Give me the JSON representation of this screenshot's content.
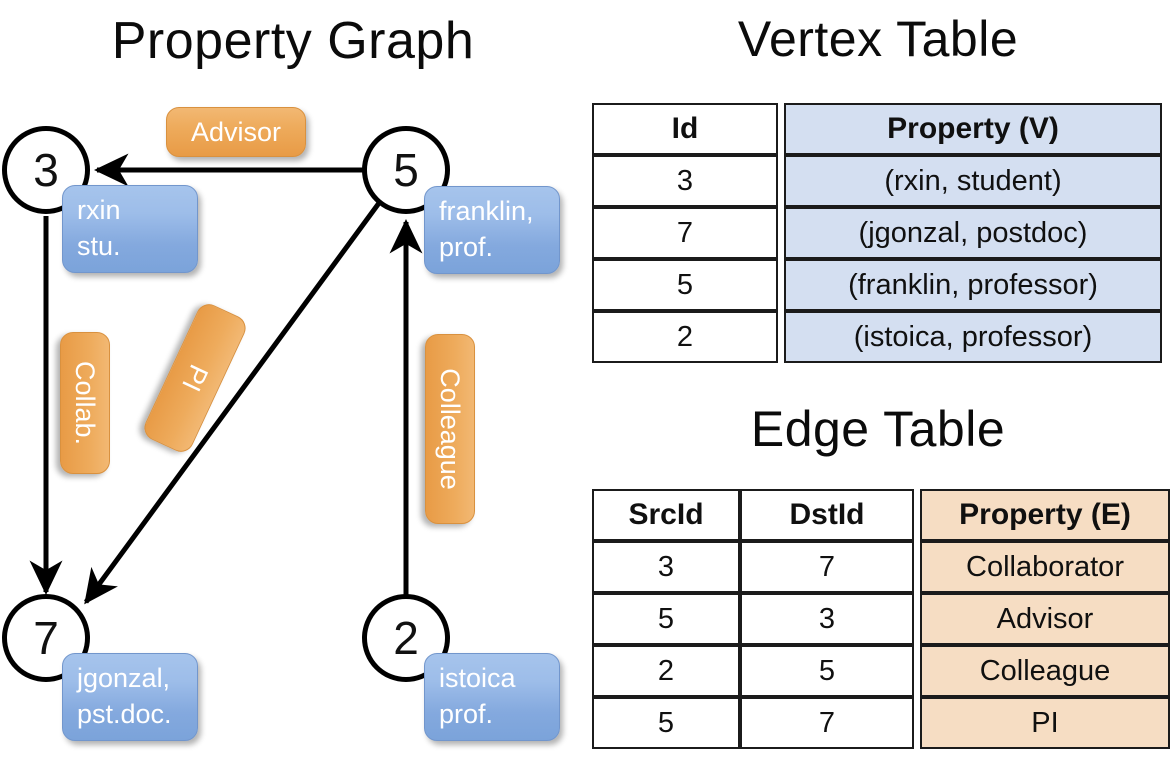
{
  "titles": {
    "property_graph": "Property Graph",
    "vertex_table": "Vertex Table",
    "edge_table": "Edge Table"
  },
  "graph": {
    "nodes": [
      {
        "id": "3",
        "property_lines": [
          "rxin",
          "stu."
        ]
      },
      {
        "id": "5",
        "property_lines": [
          "franklin,",
          "prof."
        ]
      },
      {
        "id": "7",
        "property_lines": [
          "jgonzal,",
          "pst.doc."
        ]
      },
      {
        "id": "2",
        "property_lines": [
          "istoica",
          "prof."
        ]
      }
    ],
    "edge_labels": [
      {
        "name": "advisor",
        "text": "Advisor"
      },
      {
        "name": "collab",
        "text": "Collab."
      },
      {
        "name": "pi",
        "text": "PI"
      },
      {
        "name": "colleague",
        "text": "Colleague"
      }
    ],
    "edges": [
      {
        "src": "5",
        "dst": "3",
        "label": "Advisor"
      },
      {
        "src": "3",
        "dst": "7",
        "label": "Collab."
      },
      {
        "src": "5",
        "dst": "7",
        "label": "PI"
      },
      {
        "src": "2",
        "dst": "5",
        "label": "Colleague"
      }
    ]
  },
  "vertex_table": {
    "headers": [
      "Id",
      "Property (V)"
    ],
    "rows": [
      {
        "id": "3",
        "property": "(rxin, student)"
      },
      {
        "id": "7",
        "property": "(jgonzal, postdoc)"
      },
      {
        "id": "5",
        "property": "(franklin, professor)"
      },
      {
        "id": "2",
        "property": "(istoica, professor)"
      }
    ]
  },
  "edge_table": {
    "headers": [
      "SrcId",
      "DstId",
      "Property (E)"
    ],
    "rows": [
      {
        "src": "3",
        "dst": "7",
        "property": "Collaborator"
      },
      {
        "src": "5",
        "dst": "3",
        "property": "Advisor"
      },
      {
        "src": "2",
        "dst": "5",
        "property": "Colleague"
      },
      {
        "src": "5",
        "dst": "7",
        "property": "PI"
      }
    ]
  },
  "colors": {
    "vertex_property_bg": "#d4dff1",
    "edge_property_bg": "#f6ddc3",
    "node_box_blue": "#8fb3e4",
    "edge_label_orange": "#eeab5c",
    "stroke": "#000000"
  }
}
